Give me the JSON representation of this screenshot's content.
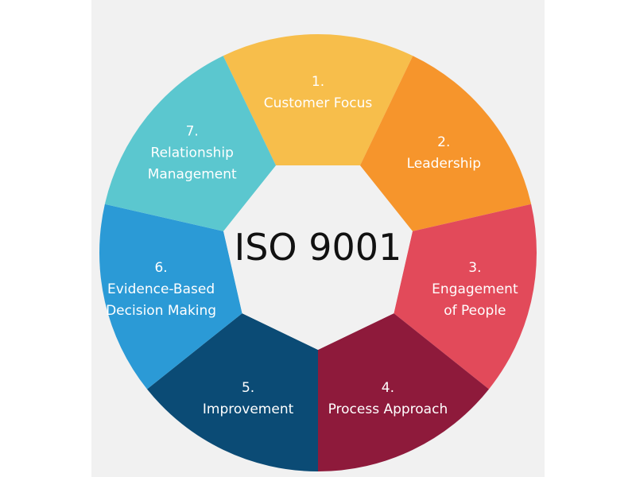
{
  "center_title": "ISO 9001",
  "segments": [
    {
      "number": "1.",
      "lines": [
        "Customer Focus"
      ],
      "color": "#f7be4b"
    },
    {
      "number": "2.",
      "lines": [
        "Leadership"
      ],
      "color": "#f6952c"
    },
    {
      "number": "3.",
      "lines": [
        "Engagement",
        "of People"
      ],
      "color": "#e24a5a"
    },
    {
      "number": "4.",
      "lines": [
        "Process Approach"
      ],
      "color": "#8e1a3b"
    },
    {
      "number": "5.",
      "lines": [
        "Improvement"
      ],
      "color": "#0b4b75"
    },
    {
      "number": "6.",
      "lines": [
        "Evidence-Based",
        "Decision Making"
      ],
      "color": "#2b9ad6"
    },
    {
      "number": "7.",
      "lines": [
        "Relationship",
        "Management"
      ],
      "color": "#5bc7cf"
    }
  ]
}
